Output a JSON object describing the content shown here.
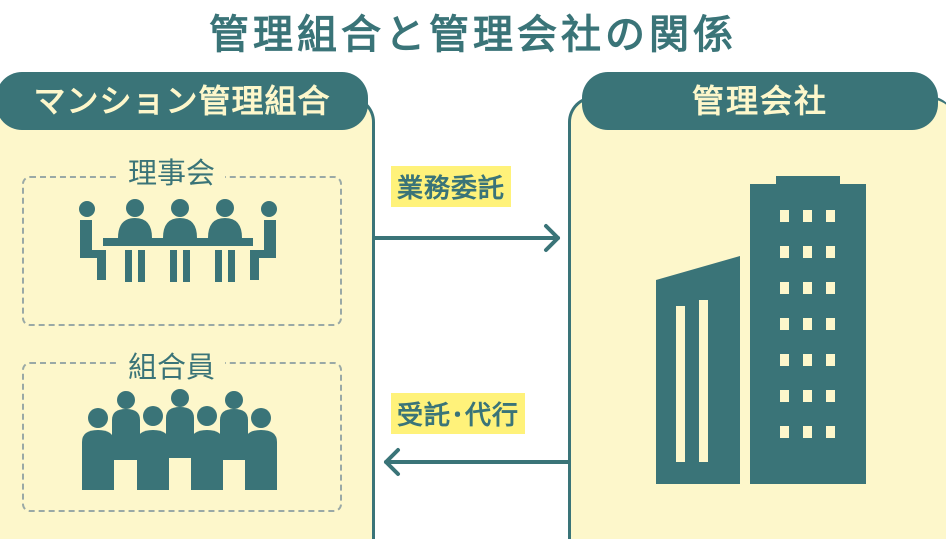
{
  "title": "管理組合と管理会社の関係",
  "left": {
    "header": "マンション管理組合",
    "board_label": "理事会",
    "members_label": "組合員"
  },
  "right": {
    "header": "管理会社"
  },
  "arrows": {
    "to_company_label": "業務委託",
    "to_association_label": "受託･代行"
  },
  "colors": {
    "teal": "#3a7478",
    "panel_bg": "#fdf7cb",
    "tag_bg": "#fff27a"
  }
}
